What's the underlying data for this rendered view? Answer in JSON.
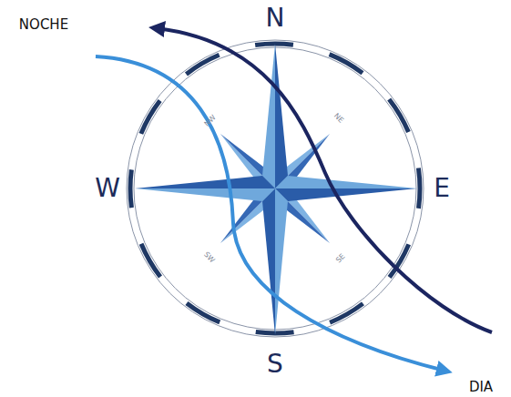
{
  "diagram": {
    "labels": [
      "NOCHE",
      "N",
      "NW",
      "NE",
      "W",
      "E",
      "SW",
      "SE",
      "S",
      "DIA"
    ]
  }
}
